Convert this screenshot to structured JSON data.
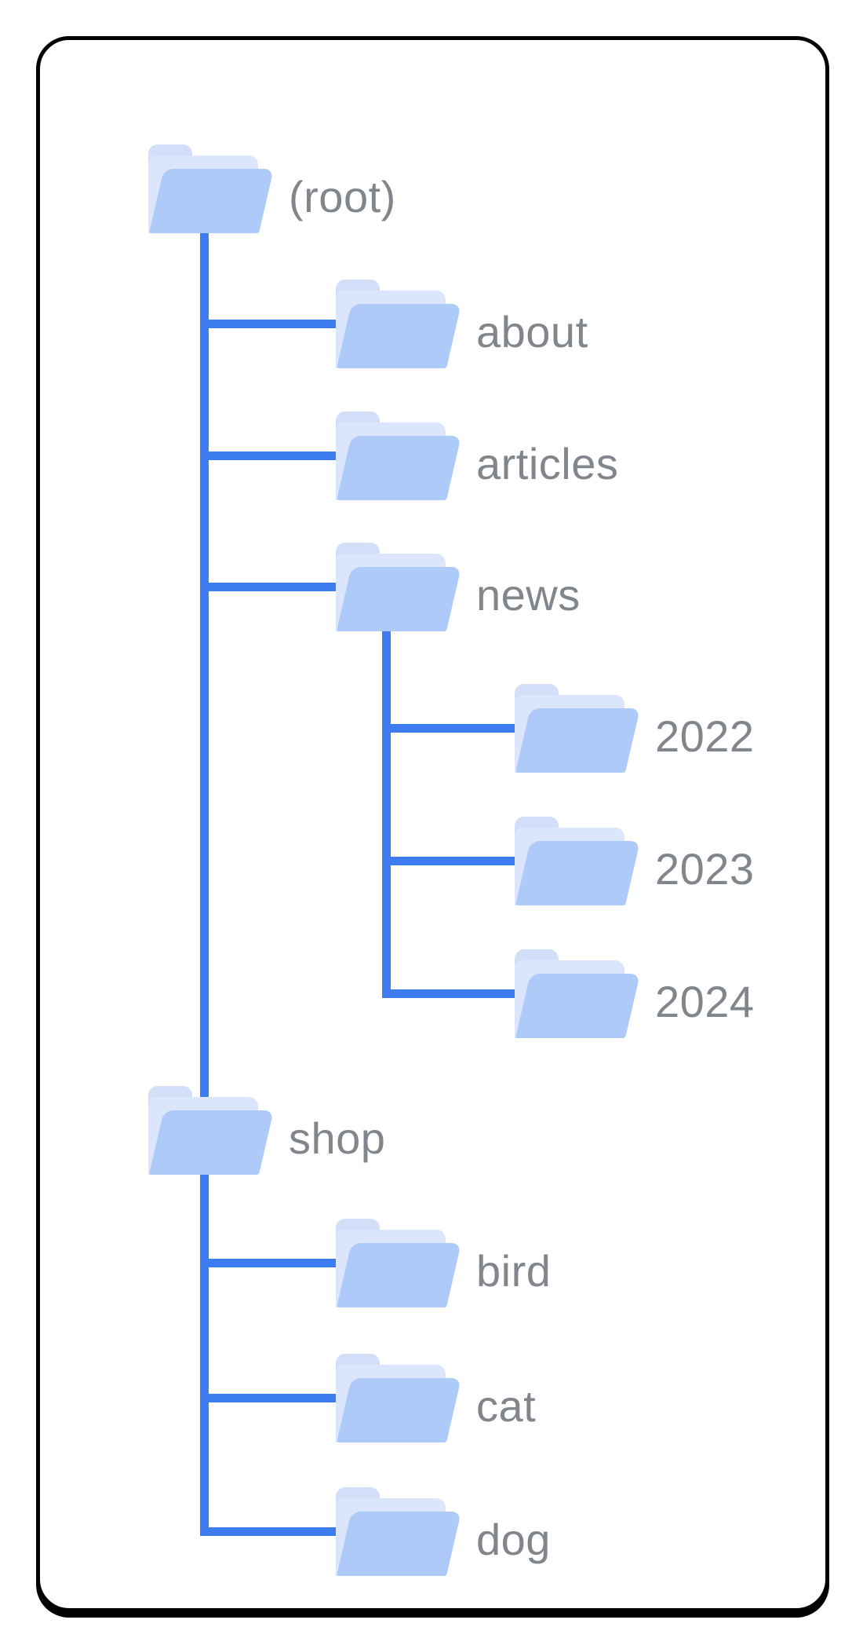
{
  "diagram": {
    "type": "folder-tree",
    "description": "site directory structure",
    "tree": {
      "label": "(root)",
      "children": [
        {
          "label": "about",
          "children": []
        },
        {
          "label": "articles",
          "children": []
        },
        {
          "label": "news",
          "children": [
            {
              "label": "2022"
            },
            {
              "label": "2023"
            },
            {
              "label": "2024"
            }
          ]
        },
        {
          "label": "shop",
          "children": [
            {
              "label": "bird"
            },
            {
              "label": "cat"
            },
            {
              "label": "dog"
            }
          ]
        }
      ]
    }
  },
  "colors": {
    "line": "#3e7cf1",
    "folder-front": "#aecaf9",
    "folder-back": "#dbe5fc",
    "folder-tab": "#d3def8",
    "label": "#80868b",
    "border": "#000000",
    "bg": "#ffffff"
  }
}
